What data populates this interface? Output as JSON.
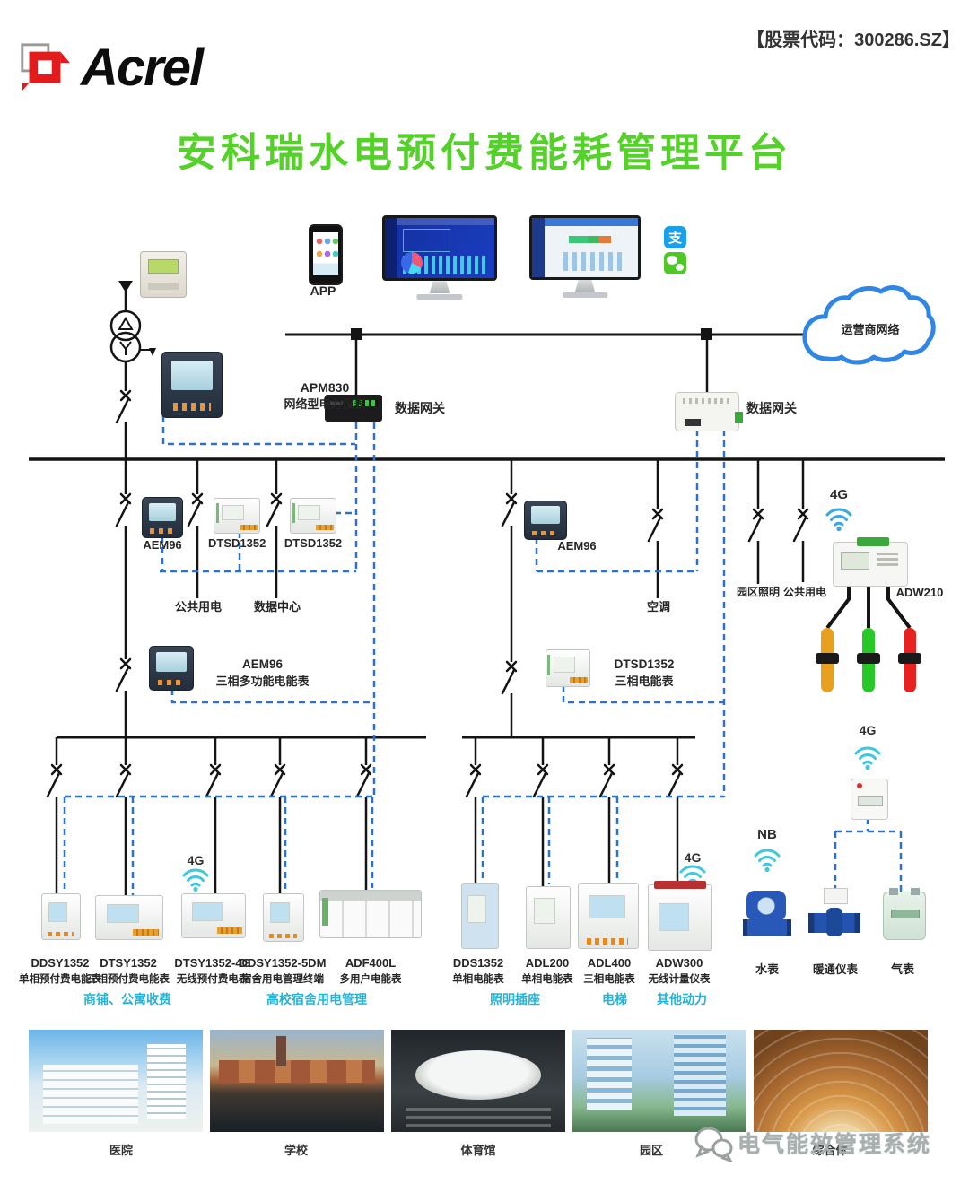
{
  "header": {
    "logo_text": "Acrel",
    "stock_code": "【股票代码：300286.SZ】",
    "title": "安科瑞水电预付费能耗管理平台"
  },
  "colors": {
    "brand_red": "#e21b1d",
    "title_green": "#55d22a",
    "comm_line_blue": "#2b72cc",
    "category_cyan": "#22b4da",
    "cloud_blue": "#2f86e4"
  },
  "top": {
    "app_label": "APP",
    "alipay_glyph": "支",
    "cloud_label": "运营商网络",
    "gateway_left_label": "数据网关",
    "gateway_right_label": "数据网关"
  },
  "tier1": {
    "aem96_left": "AEM96",
    "dtsd_a": "DTSD1352",
    "dtsd_b": "DTSD1352",
    "feeder_public": "公共用电",
    "feeder_datacenter": "数据中心",
    "aem96_right": "AEM96",
    "feeder_ac": "空调",
    "feeder_park_lighting": "园区照明",
    "feeder_public_2": "公共用电",
    "adw210_badge": "4G",
    "adw210_model": "ADW210"
  },
  "tier2": {
    "apm830": {
      "model": "APM830",
      "desc": "网络型电力仪表"
    },
    "aem96": {
      "model": "AEM96",
      "desc": "三相多功能电能表"
    },
    "dtsd": {
      "model": "DTSD1352",
      "desc": "三相电能表"
    }
  },
  "meters_left": [
    {
      "model": "DDSY1352",
      "desc": "单相预付费电能表"
    },
    {
      "model": "DTSY1352",
      "desc": "三相预付费电能表"
    },
    {
      "model": "DTSY1352-4G",
      "desc": "无线预付费电表",
      "badge": "4G"
    },
    {
      "model": "DDSY1352-5DM",
      "desc": "宿舍用电管理终端"
    },
    {
      "model": "ADF400L",
      "desc": "多用户电能表"
    }
  ],
  "categories_left": [
    "商铺、公寓收费",
    "高校宿舍用电管理"
  ],
  "meters_right": [
    {
      "model": "DDS1352",
      "desc": "单相电能表"
    },
    {
      "model": "ADL200",
      "desc": "单相电能表"
    },
    {
      "model": "ADL400",
      "desc": "三相电能表"
    },
    {
      "model": "ADW300",
      "desc": "无线计量仪表",
      "badge": "4G"
    }
  ],
  "categories_right": [
    "照明插座",
    "电梯",
    "其他动力"
  ],
  "utility": {
    "collector_badge": "4G",
    "water_badge": "NB",
    "water_label": "水表",
    "hvac_label": "暖通仪表",
    "gas_label": "气表"
  },
  "buildings": [
    "医院",
    "学校",
    "体育馆",
    "园区",
    "综合体"
  ],
  "watermark": "电气能效管理系统"
}
